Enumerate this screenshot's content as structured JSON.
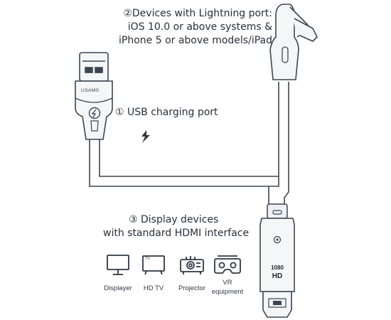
{
  "callouts": {
    "lightning": {
      "line1": "②Devices with Lightning port:",
      "line2": "iOS 10.0 or above systems &",
      "line3": "iPhone 5 or above models/iPad"
    },
    "usb": {
      "label": "① USB charging port"
    },
    "display": {
      "line1": "③ Display devices",
      "line2": "with standard HDMI interface"
    }
  },
  "usb_plug": {
    "brand": "USAMS"
  },
  "hdmi_box": {
    "resolution_line1": "1080",
    "resolution_line2": "HD"
  },
  "devices": [
    {
      "label": "Displayer",
      "icon": "monitor-icon"
    },
    {
      "label": "HD TV",
      "icon": "tv-icon",
      "icon_text": "TV"
    },
    {
      "label": "Projector",
      "icon": "projector-icon"
    },
    {
      "label": "VR",
      "label2": "equipment",
      "icon": "vr-headset-icon"
    }
  ],
  "colors": {
    "cable_outline": "#3b4653",
    "cable_fill": "#f4f6f8",
    "connector_fill": "#eef1f4",
    "accent_dark": "#2e3844"
  }
}
